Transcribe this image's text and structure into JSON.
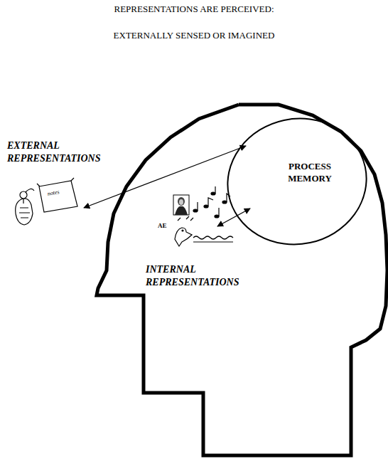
{
  "diagram": {
    "title": "REPRESENTATIONS ARE PERCEIVED:",
    "nodes": [
      {
        "text": [
          "PROCESS MEMORY"
        ]
      }
    ],
    "labels": [
      "EXTERNALLY SENSED OR IMAGINED",
      "EXTERNAL REPRESENTATIONS",
      "INTERNAL REPRESENTATIONS",
      "AE",
      "notes"
    ]
  }
}
